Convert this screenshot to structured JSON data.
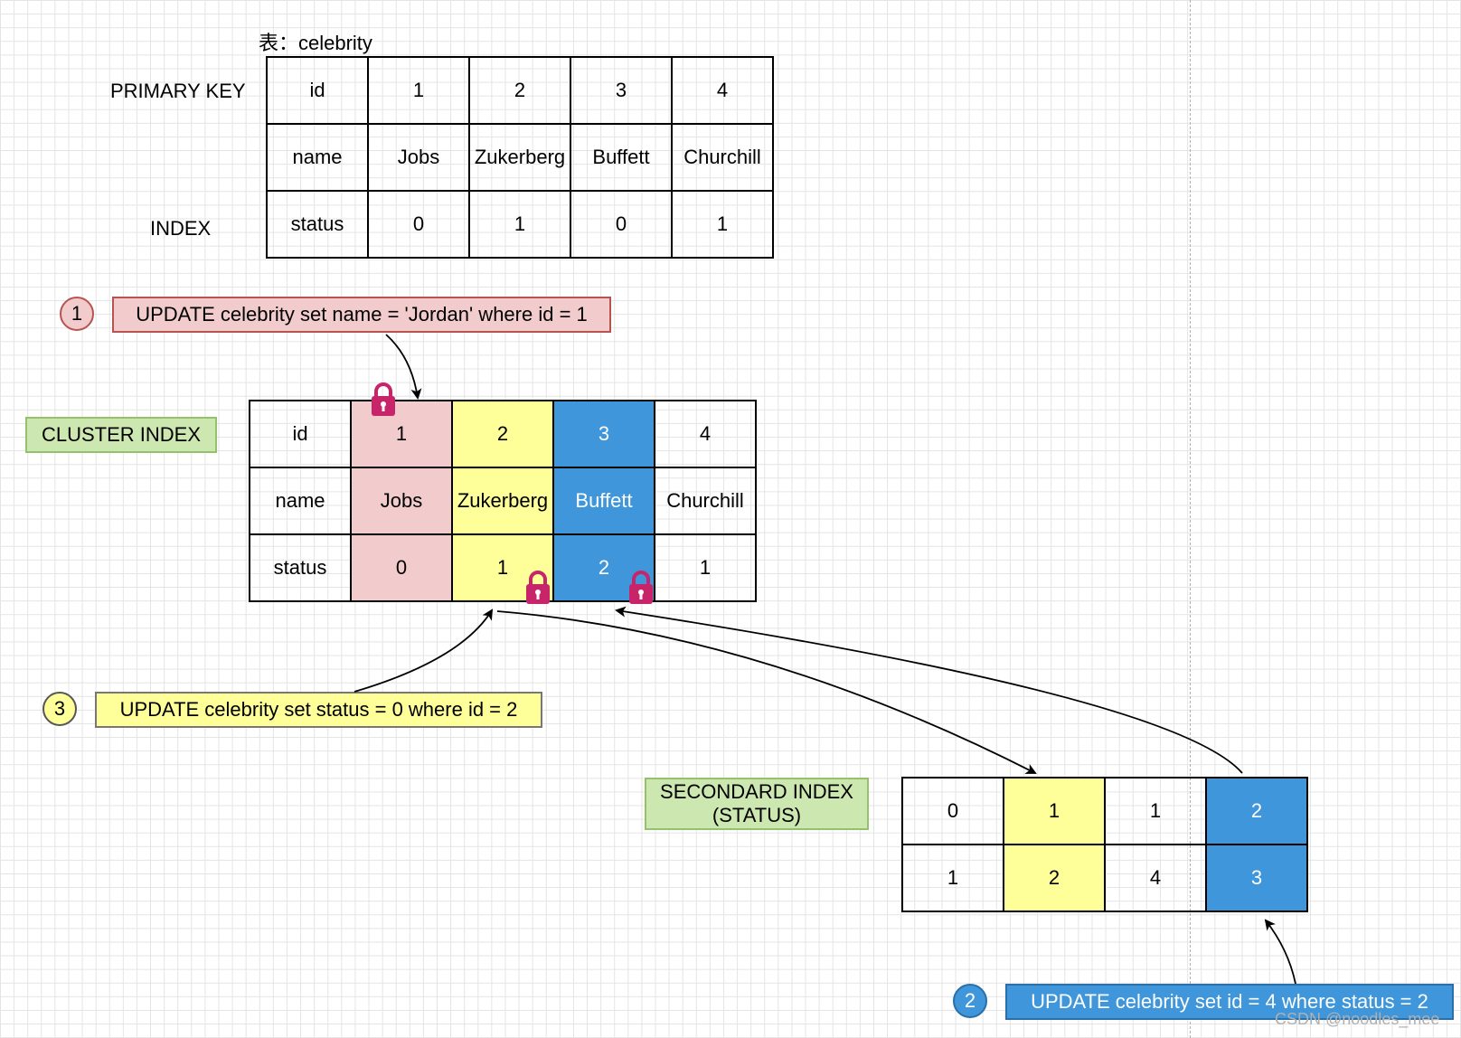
{
  "table_title": "表：celebrity",
  "primary_key_label": "PRIMARY KEY",
  "index_label": "INDEX",
  "celebrity_table": {
    "rows": [
      [
        "id",
        "1",
        "2",
        "3",
        "4"
      ],
      [
        "name",
        "Jobs",
        "Zukerberg",
        "Buffett",
        "Churchill"
      ],
      [
        "status",
        "0",
        "1",
        "0",
        "1"
      ]
    ]
  },
  "step1": {
    "number": "1",
    "sql": "UPDATE celebrity set name = 'Jordan' where id = 1",
    "color": "#f2cccc"
  },
  "step2": {
    "number": "2",
    "sql": "UPDATE celebrity set id = 4  where status = 2",
    "color": "#3f96da"
  },
  "step3": {
    "number": "3",
    "sql": "UPDATE celebrity set status = 0  where id = 2",
    "color": "#ffff99"
  },
  "cluster_index_label": "CLUSTER INDEX",
  "cluster_table": {
    "rows": [
      [
        "id",
        "1",
        "2",
        "3",
        "4"
      ],
      [
        "name",
        "Jobs",
        "Zukerberg",
        "Buffett",
        "Churchill"
      ],
      [
        "status",
        "0",
        "1",
        "2",
        "1"
      ]
    ]
  },
  "secondary_index_label": {
    "line1": "SECONDARD INDEX",
    "line2": "(STATUS)"
  },
  "secondary_table": {
    "rows": [
      [
        "0",
        "1",
        "1",
        "2"
      ],
      [
        "1",
        "2",
        "4",
        "3"
      ]
    ]
  },
  "watermark": "CSDN @noodles_mee",
  "colors": {
    "lock": "#c8246a",
    "green_fill": "#cde7b0",
    "green_border": "#94c26c"
  }
}
